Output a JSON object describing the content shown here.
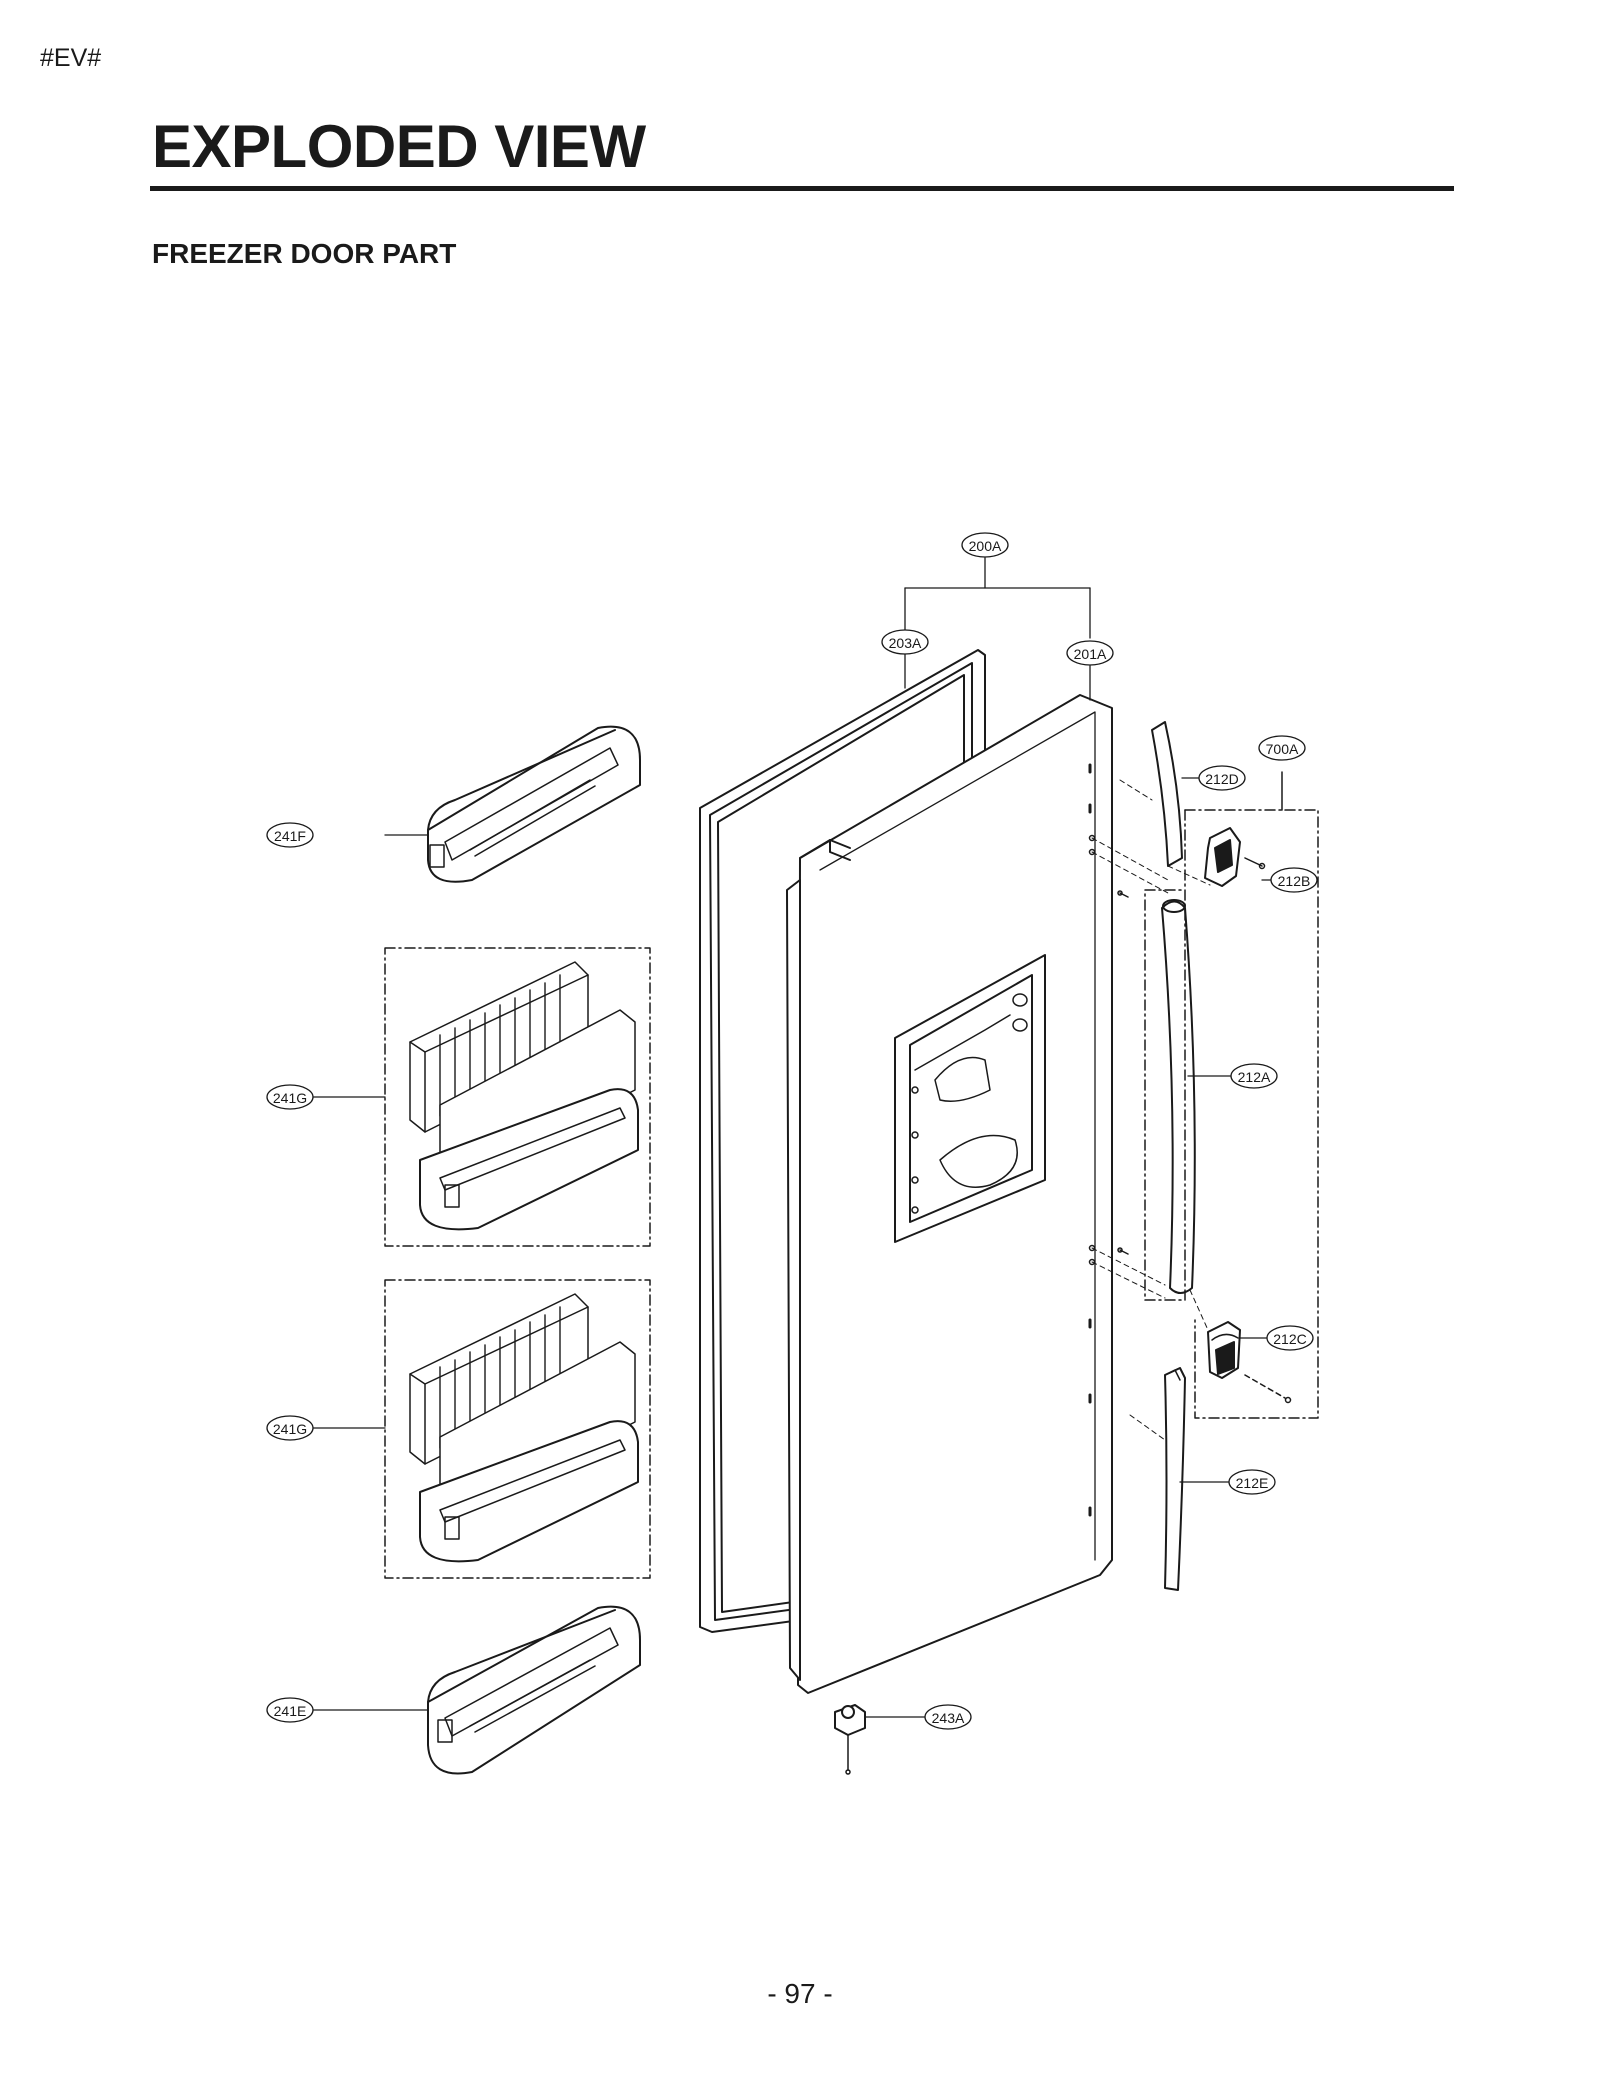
{
  "header": {
    "tag": "#EV#",
    "title": "EXPLODED VIEW",
    "subtitle": "FREEZER DOOR PART"
  },
  "callouts": {
    "c200A": "200A",
    "c203A": "203A",
    "c201A": "201A",
    "c700A": "700A",
    "c212D": "212D",
    "c212B": "212B",
    "c212A": "212A",
    "c212C": "212C",
    "c212E": "212E",
    "c241F": "241F",
    "c241G_1": "241G",
    "c241G_2": "241G",
    "c241E": "241E",
    "c243A": "243A"
  },
  "footer": {
    "page_number": "- 97 -"
  }
}
